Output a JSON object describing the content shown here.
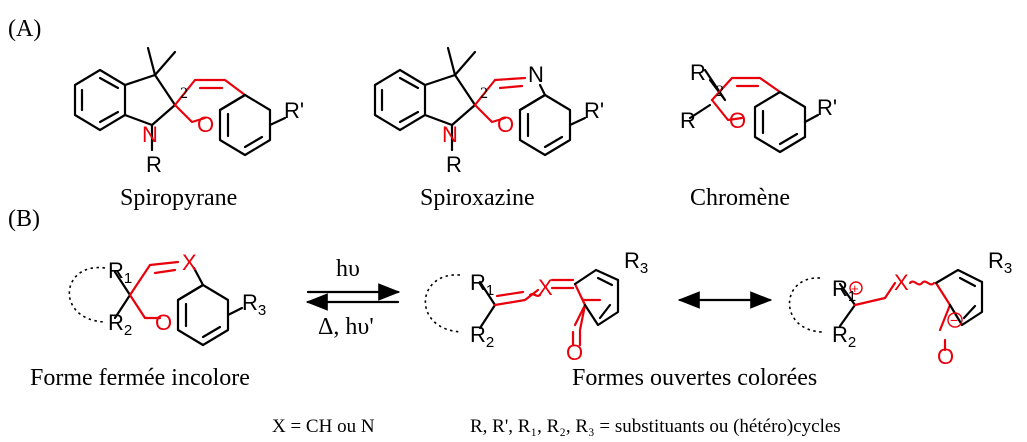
{
  "panels": {
    "a_label": "(A)",
    "b_label": "(B)"
  },
  "molecules": {
    "spiropyran": {
      "caption": "Spiropyrane",
      "n": "N",
      "o": "O",
      "r": "R",
      "rp": "R'",
      "pos": "2"
    },
    "spiroxazine": {
      "caption": "Spiroxazine",
      "n": "N",
      "n2": "N",
      "o": "O",
      "r": "R",
      "rp": "R'",
      "pos": "2"
    },
    "chromene": {
      "caption": "Chromène",
      "r1": "R",
      "r2": "R",
      "o": "O",
      "rp": "R'",
      "pos": "2"
    }
  },
  "reaction": {
    "closed": {
      "caption": "Forme fermée incolore",
      "r1": "R",
      "r1_sub": "1",
      "r2": "R",
      "r2_sub": "2",
      "r3": "R",
      "r3_sub": "3",
      "x": "X",
      "o": "O"
    },
    "open": {
      "caption": "Formes ouvertes colorées",
      "r1": "R",
      "r1_sub": "1",
      "r2": "R",
      "r2_sub": "2",
      "r3": "R",
      "r3_sub": "3",
      "x": "X",
      "o": "O",
      "plus": "+",
      "minus": "−"
    },
    "forward": "hυ",
    "backward": "Δ, hυ'"
  },
  "legend": {
    "x_def": "X = CH ou N",
    "r_def": "R, R', R₁, R₂, R₃ = substituants ou (hétéro)cycles"
  },
  "colors": {
    "highlight": "#e8000b",
    "ink": "#000000"
  }
}
